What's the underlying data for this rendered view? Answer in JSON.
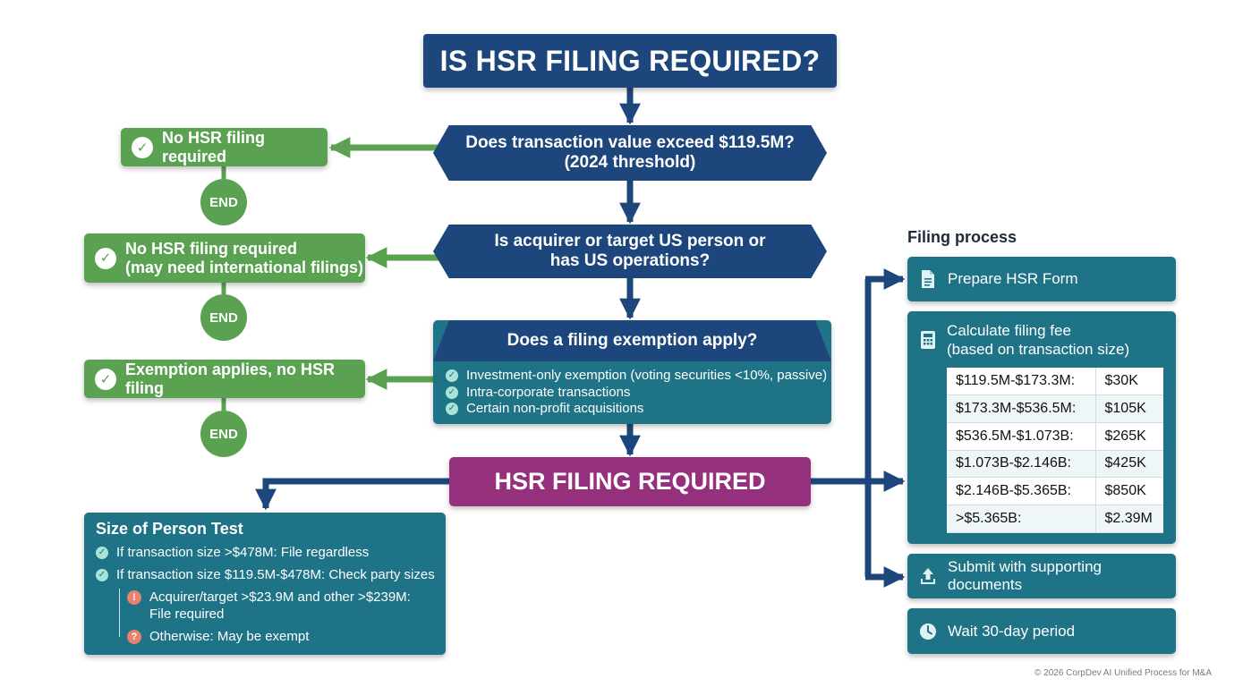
{
  "title": "IS HSR FILING REQUIRED?",
  "questions": {
    "q1": {
      "line1": "Does transaction value exceed $119.5M?",
      "line2": "(2024 threshold)"
    },
    "q2": {
      "line1": "Is acquirer or target US person or",
      "line2": "has US operations?"
    },
    "q3": {
      "heading": "Does a filing exemption apply?",
      "items": [
        "Investment-only exemption (voting securities <10%, passive)",
        "Intra-corporate transactions",
        "Certain non-profit acquisitions"
      ]
    }
  },
  "outcomes": {
    "o1": {
      "line1": "No HSR filing required"
    },
    "o2": {
      "line1": "No HSR filing required",
      "line2": "(may need international filings)"
    },
    "o3": {
      "line1": "Exemption applies, no HSR filing"
    },
    "end_label": "END"
  },
  "required_label": "HSR FILING REQUIRED",
  "size_of_person": {
    "title": "Size of Person Test",
    "item1": "If transaction size >$478M: File regardless",
    "item2": "If transaction size $119.5M-$478M: Check party sizes",
    "sub1_line1": "Acquirer/target >$23.9M and other >$239M:",
    "sub1_line2": "File required",
    "sub2": "Otherwise: May be exempt",
    "warn1_glyph": "!",
    "warn2_glyph": "?"
  },
  "filing_process": {
    "title": "Filing process",
    "steps": {
      "prepare": "Prepare HSR Form",
      "calc_line1": "Calculate filing fee",
      "calc_line2": "(based on transaction size)",
      "submit": "Submit with supporting documents",
      "wait": "Wait 30-day period"
    },
    "fee_table": [
      {
        "range": "$119.5M-$173.3M:",
        "fee": "$30K"
      },
      {
        "range": "$173.3M-$536.5M:",
        "fee": "$105K"
      },
      {
        "range": "$536.5M-$1.073B:",
        "fee": "$265K"
      },
      {
        "range": "$1.073B-$2.146B:",
        "fee": "$425K"
      },
      {
        "range": "$2.146B-$5.365B:",
        "fee": "$850K"
      },
      {
        "range": ">$5.365B:",
        "fee": "$2.39M"
      }
    ]
  },
  "footer": "© 2026 CorpDev AI Unified Process for M&A",
  "colors": {
    "navy": "#1d477c",
    "green": "#5aa252",
    "teal": "#1f7387",
    "magenta": "#95307d"
  },
  "icons": [
    "check-icon",
    "document-icon",
    "calculator-icon",
    "upload-icon",
    "clock-icon",
    "warning-icon",
    "question-icon"
  ]
}
